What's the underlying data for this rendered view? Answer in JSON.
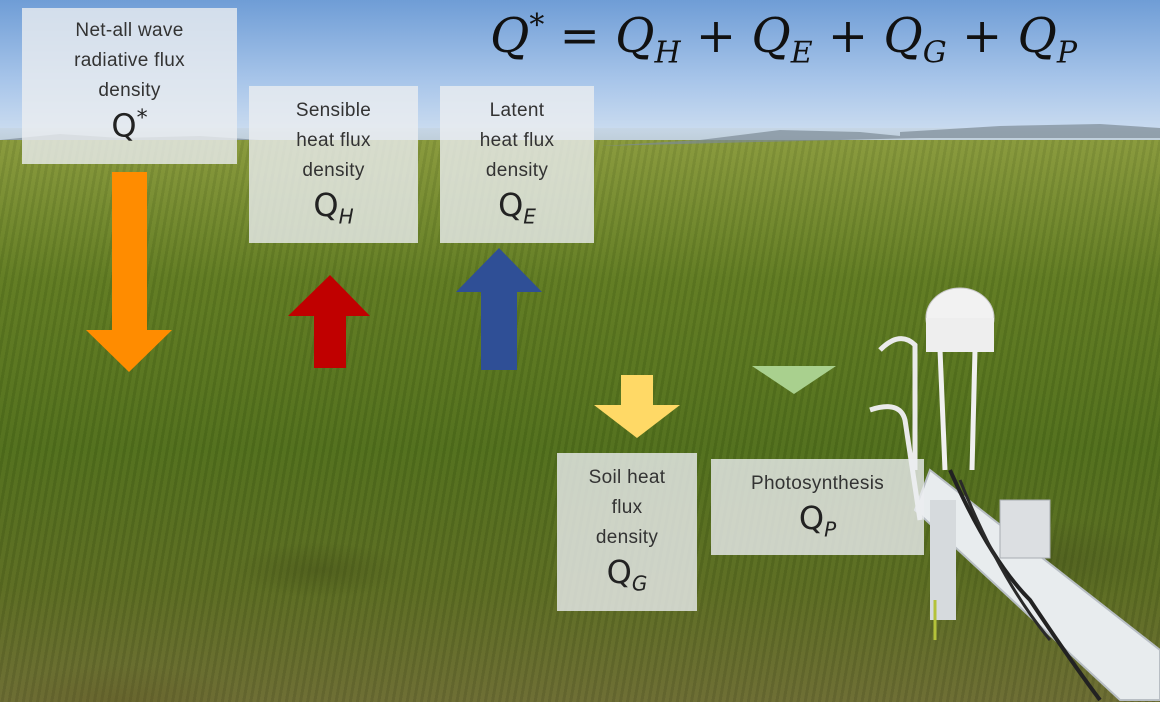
{
  "equation": {
    "lhs": "Q",
    "lhs_sup": "*",
    "equals": "=",
    "terms": [
      {
        "base": "Q",
        "sub": "H"
      },
      {
        "base": "Q",
        "sub": "E"
      },
      {
        "base": "Q",
        "sub": "G"
      },
      {
        "base": "Q",
        "sub": "P"
      }
    ],
    "plus": "+"
  },
  "boxes": {
    "net": {
      "label": [
        "Net-all wave",
        "radiative flux",
        "density"
      ],
      "symbol": "Q",
      "sup": "*"
    },
    "sensible": {
      "label": [
        "Sensible",
        "heat flux",
        "density"
      ],
      "symbol": "Q",
      "sub": "H"
    },
    "latent": {
      "label": [
        "Latent",
        "heat flux",
        "density"
      ],
      "symbol": "Q",
      "sub": "E"
    },
    "soil": {
      "label": [
        "Soil heat",
        "flux",
        "density"
      ],
      "symbol": "Q",
      "sub": "G"
    },
    "photo": {
      "label": [
        "Photosynthesis"
      ],
      "symbol": "Q",
      "sub": "P"
    }
  },
  "arrow_colors": {
    "net": "#ff8c00",
    "sensible": "#c00000",
    "latent": "#2f4f96",
    "soil": "#ffd966",
    "photo": "#a9d08e"
  },
  "arrow_directions": {
    "net": "down",
    "sensible": "up",
    "latent": "up",
    "soil": "down",
    "photo": "down"
  }
}
